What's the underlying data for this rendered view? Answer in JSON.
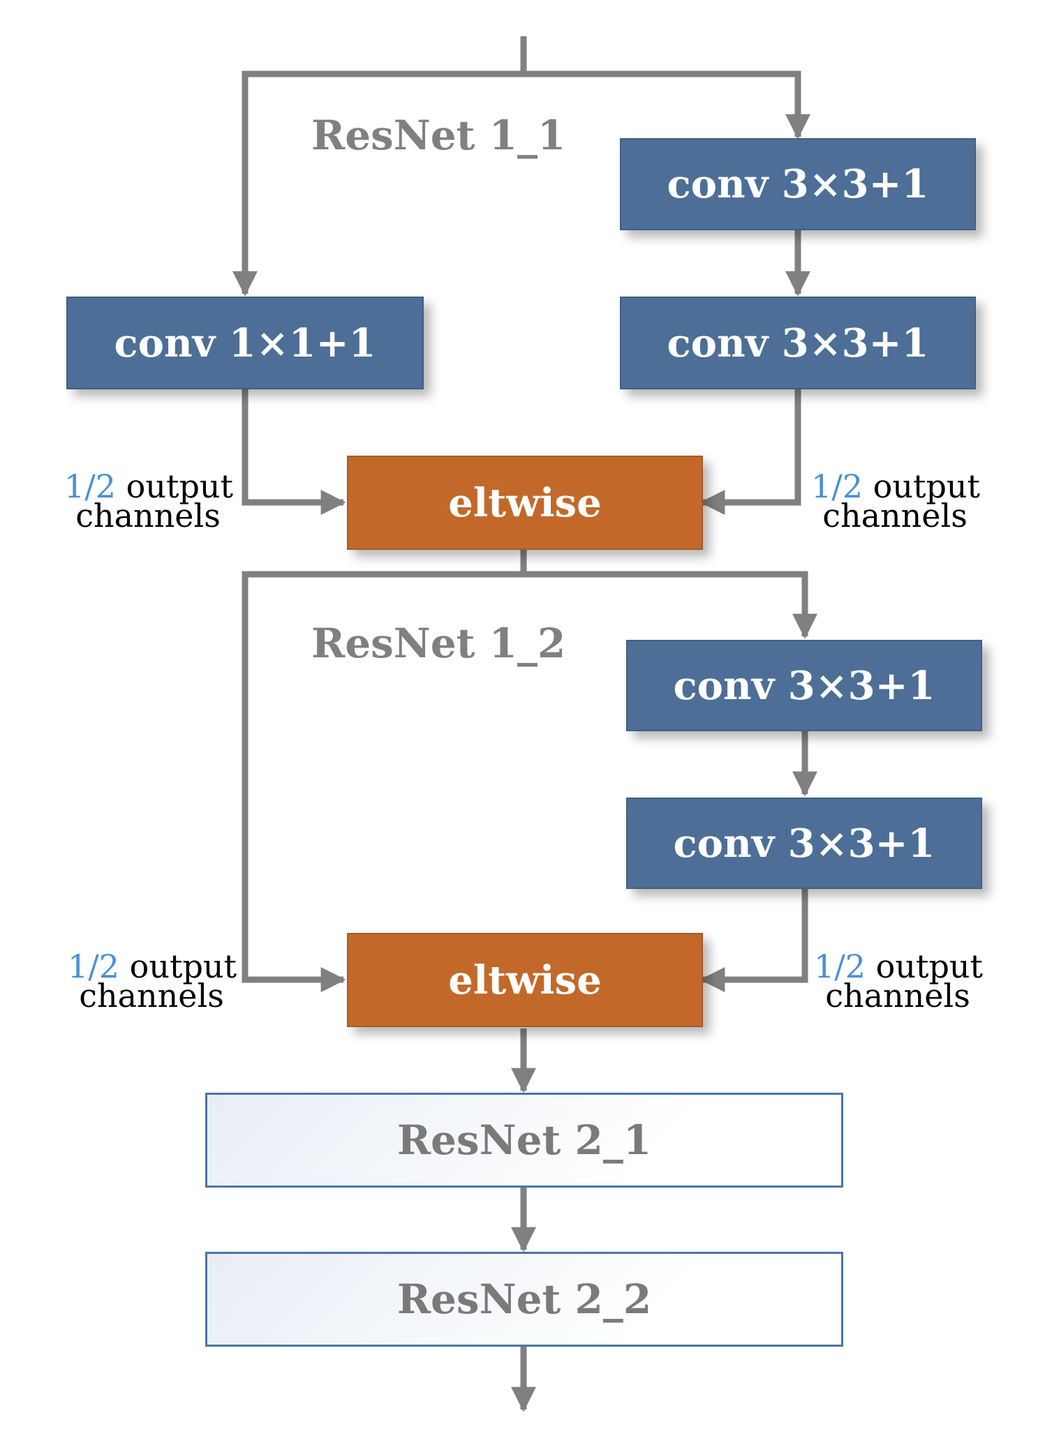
{
  "section1": {
    "label": "ResNet 1_1"
  },
  "section2": {
    "label": "ResNet 1_2"
  },
  "conv": {
    "s1_right_top": "conv 3×3+1",
    "s1_right_bottom": "conv 3×3+1",
    "s1_left": "conv 1×1+1",
    "s2_right_top": "conv 3×3+1",
    "s2_right_bottom": "conv 3×3+1"
  },
  "eltwise": {
    "s1": "eltwise",
    "s2": "eltwise"
  },
  "blocks": {
    "b1": "ResNet 2_1",
    "b2": "ResNet 2_2"
  },
  "channels": {
    "fraction": "1/2",
    "word1": "output",
    "word2": "channels"
  },
  "colors": {
    "conv_fill": "#4d6e96",
    "eltwise_fill": "#c2692a",
    "fraction_text": "#4a90d9",
    "arrow": "#808080",
    "block_border": "#4b74a8"
  }
}
